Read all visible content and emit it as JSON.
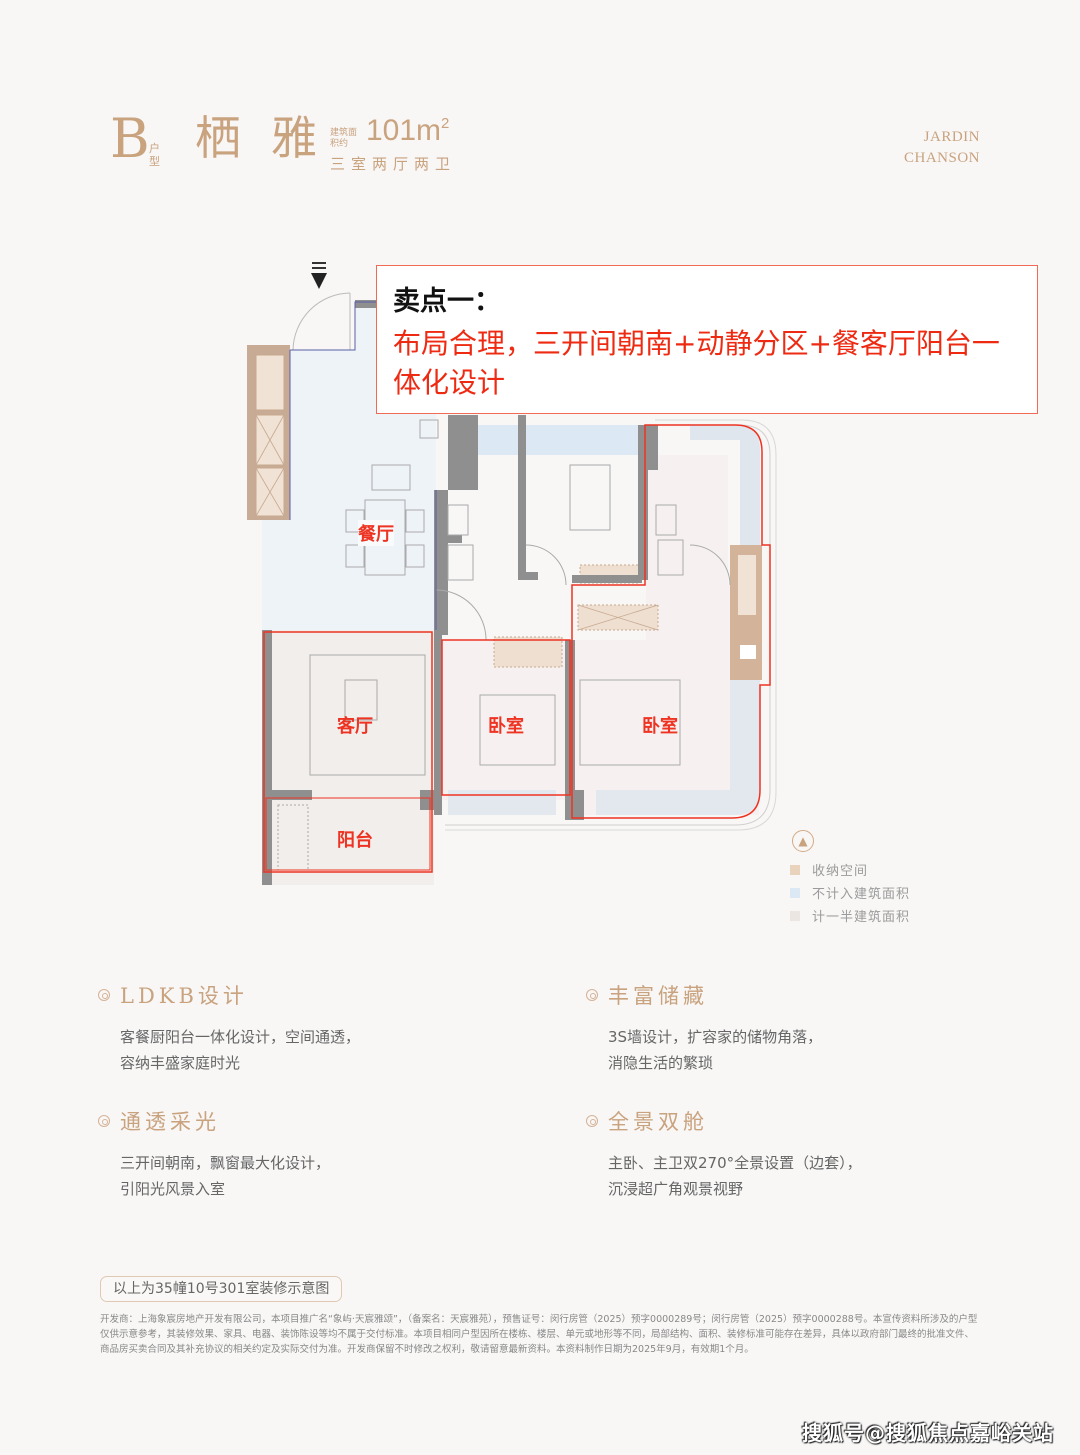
{
  "header": {
    "unit_letter": "B",
    "unit_type_label": "户型",
    "unit_name": "栖雅",
    "area_label": "建筑面积约",
    "area_value": "101m",
    "area_unit_sup": "2",
    "rooms": "三室两厅两卫",
    "brand_line1": "JARDIN",
    "brand_line2": "CHANSON"
  },
  "callout": {
    "title": "卖点一：",
    "body": "布局合理，三开间朝南+动静分区+餐客厅阳台一体化设计"
  },
  "floor_plan": {
    "entrance_icon": "entrance-arrow-icon",
    "rooms": [
      {
        "id": "dining",
        "label": "餐厅"
      },
      {
        "id": "living",
        "label": "客厅"
      },
      {
        "id": "balcony",
        "label": "阳台"
      },
      {
        "id": "bedroom-2",
        "label": "卧室"
      },
      {
        "id": "bedroom-master",
        "label": "卧室"
      }
    ],
    "highlight_color": "#ee3322"
  },
  "legend": {
    "compass_icon": "north-compass-icon",
    "items": [
      {
        "label": "收纳空间",
        "color": "#ead3bd"
      },
      {
        "label": "不计入建筑面积",
        "color": "#dce8f4"
      },
      {
        "label": "计一半建筑面积",
        "color": "#ece6e2"
      }
    ]
  },
  "features": [
    {
      "title": "LDKB设计",
      "desc_line1": "客餐厨阳台一体化设计，空间通透，",
      "desc_line2": "容纳丰盛家庭时光"
    },
    {
      "title": "丰富储藏",
      "desc_line1": "3S墙设计，扩容家的储物角落，",
      "desc_line2": "消隐生活的繁琐"
    },
    {
      "title": "通透采光",
      "desc_line1": "三开间朝南，飘窗最大化设计，",
      "desc_line2": "引阳光风景入室"
    },
    {
      "title": "全景双舱",
      "desc_line1": "主卧、主卫双270°全景设置（边套），",
      "desc_line2": "沉浸超广角观景视野"
    }
  ],
  "note": {
    "badge": "以上为35幢10号301室装修示意图",
    "disclaimer": "开发商：上海象宸房地产开发有限公司，本项目推广名“象屿·天宸雅颂”，（备案名：天宸雅苑），预售证号：闵行房管（2025）预字0000289号；闵行房管（2025）预字0000288号。本宣传资料所涉及的户型仅供示意参考，其装修效果、家具、电器、装饰陈设等均不属于交付标准。本项目相同户型因所在楼栋、楼层、单元或地形等不同，局部结构、面积、装修标准可能存在差异，具体以政府部门最终的批准文件、商品房买卖合同及其补充协议的相关约定及实际交付为准。开发商保留不时修改之权利，敬请留意最新资料。本资料制作日期为2025年9月，有效期1个月。"
  },
  "watermark": "搜狐号@搜狐焦点嘉峪关站"
}
